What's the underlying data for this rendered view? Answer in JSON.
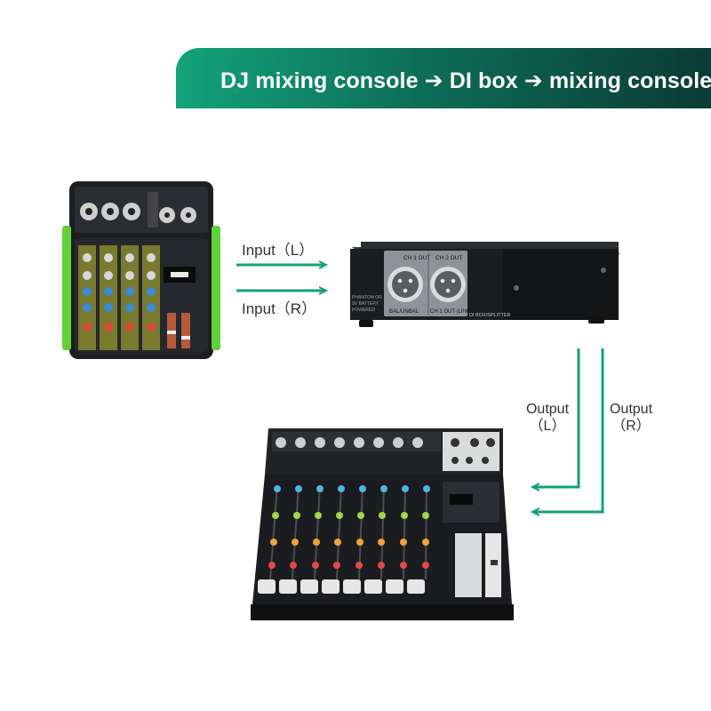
{
  "banner": {
    "title": "DJ mixing console ➔ DI box ➔ mixing console"
  },
  "labels": {
    "input_l": "Input（L）",
    "input_r": "Input（R）",
    "output_l_line1": "Output",
    "output_l_line2": "（L）",
    "output_r_line1": "Output",
    "output_r_line2": "（R）"
  },
  "di_box": {
    "ch1_label": "CH 1 OUT",
    "ch2_label": "CH 2 OUT",
    "bal_label": "BAL/UNBAL",
    "link_label": "CH 1 OUT (LINK)",
    "phantom_line1": "PHANTOM OR",
    "phantom_line2": "9V BATTERY",
    "phantom_line3": "POWERED",
    "model_label": "DI BOX/SPLITTER"
  },
  "colors": {
    "arrow": "#14a07a",
    "banner_start": "#13a37a",
    "banner_end": "#0b3b35",
    "accent_green": "#6cd14a"
  }
}
